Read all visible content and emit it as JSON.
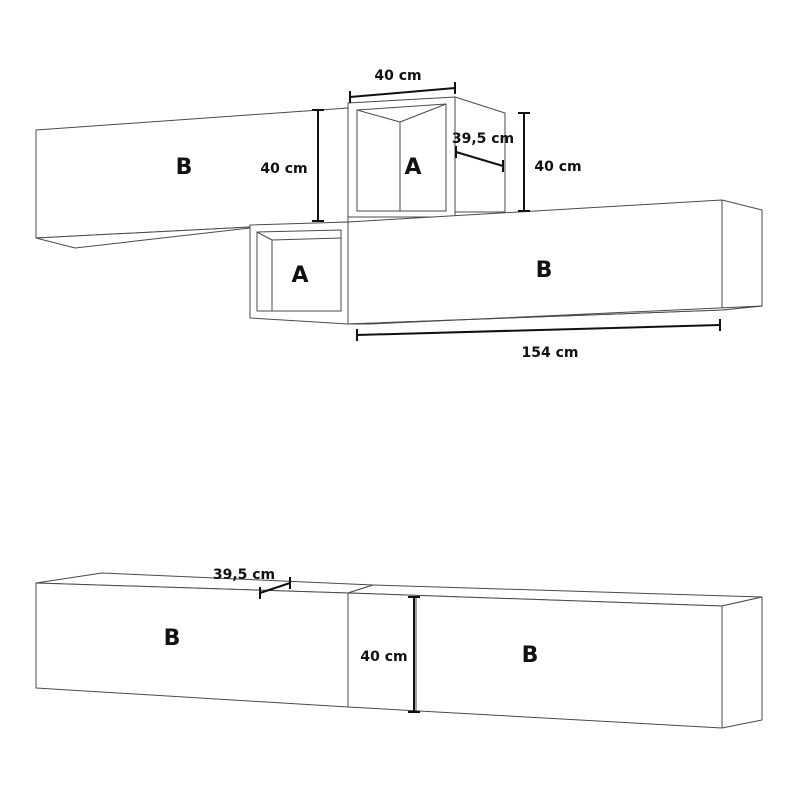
{
  "modules": {
    "top_left_b": "B",
    "top_small_a": "A",
    "lower_small_a": "A",
    "lower_right_b": "B",
    "bottom_left_b": "B",
    "bottom_right_b": "B"
  },
  "dimensions": {
    "top_width": "40 cm",
    "top_depth": "39,5 cm",
    "top_left_height": "40 cm",
    "top_right_height": "40 cm",
    "lower_width": "154 cm",
    "bottom_depth": "39,5 cm",
    "bottom_height": "40 cm"
  }
}
